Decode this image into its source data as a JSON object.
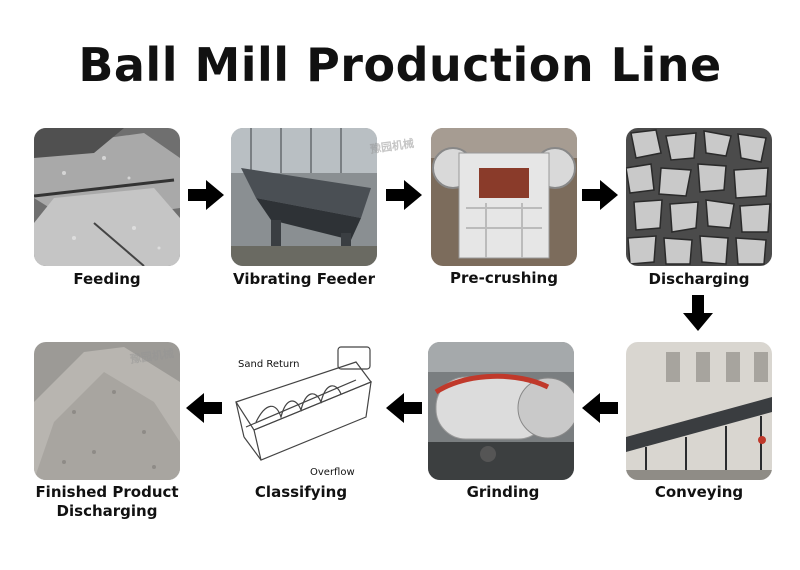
{
  "title": "Ball Mill Production Line",
  "steps": [
    {
      "label": "Feeding"
    },
    {
      "label": "Vibrating Feeder"
    },
    {
      "label": "Pre-crushing"
    },
    {
      "label": "Discharging"
    },
    {
      "label": "Conveying"
    },
    {
      "label": "Grinding"
    },
    {
      "label": "Classifying"
    },
    {
      "label": "Finished Product Discharging"
    }
  ],
  "classifier": {
    "sand_return": "Sand Return",
    "overflow": "Overflow"
  },
  "watermark": "豫园机械"
}
